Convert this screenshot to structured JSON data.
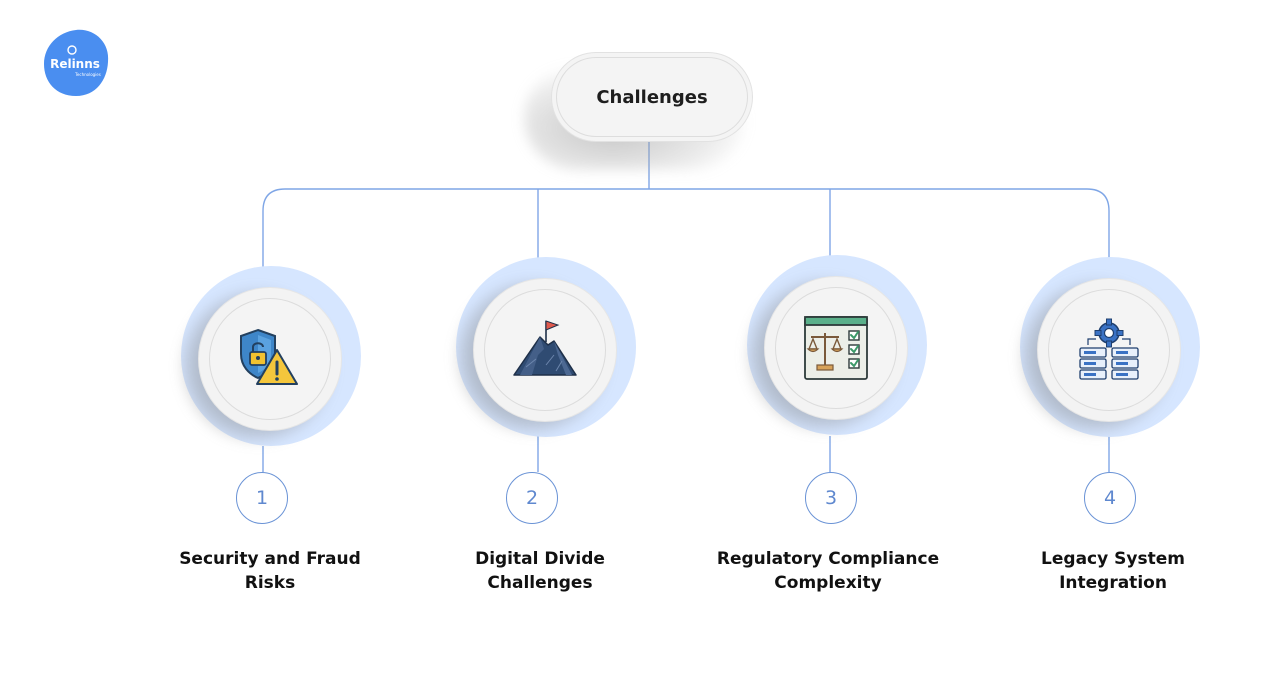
{
  "logo": {
    "brand": "Relinns",
    "tagline": "Technologies",
    "color": "#4a8ef0"
  },
  "root": {
    "label": "Challenges"
  },
  "colors": {
    "connector": "#7fa6e6",
    "ring": "#d6e6ff",
    "badge": "#5f88cf"
  },
  "nodes": [
    {
      "number": "1",
      "icon": "security-fraud-icon",
      "label_line1": "Security and Fraud",
      "label_line2": "Risks"
    },
    {
      "number": "2",
      "icon": "mountain-flag-icon",
      "label_line1": "Digital Divide",
      "label_line2": "Challenges"
    },
    {
      "number": "3",
      "icon": "compliance-scales-icon",
      "label_line1": "Regulatory Compliance",
      "label_line2": "Complexity"
    },
    {
      "number": "4",
      "icon": "server-gear-icon",
      "label_line1": "Legacy System",
      "label_line2": "Integration"
    }
  ]
}
